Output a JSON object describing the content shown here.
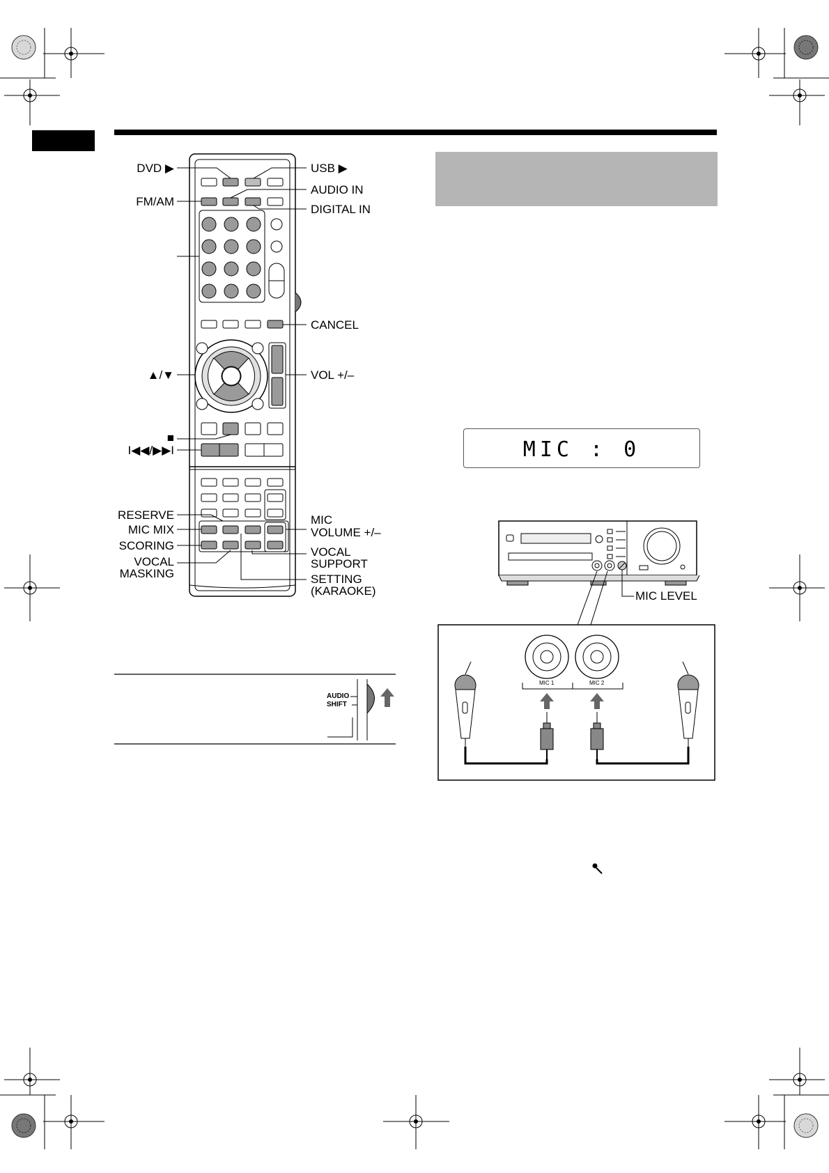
{
  "remote_labels": {
    "dvd": "DVD ▶",
    "usb": "USB ▶",
    "fm_am": "FM/AM",
    "audio_in": "AUDIO IN",
    "digital_in": "DIGITAL IN",
    "cancel": "CANCEL",
    "cursor": "▲/▼",
    "vol": "VOL +/–",
    "stop": "■",
    "skip": "I◀◀/▶▶I",
    "reserve": "RESERVE",
    "mic_mix": "MIC MIX",
    "scoring": "SCORING",
    "vocal_masking_1": "VOCAL",
    "vocal_masking_2": "MASKING",
    "mic_volume_1": "MIC",
    "mic_volume_2": "VOLUME +/–",
    "vocal_support_1": "VOCAL",
    "vocal_support_2": "SUPPORT",
    "setting_1": "SETTING",
    "setting_2": "(KARAOKE)"
  },
  "audio_shift": {
    "line1": "AUDIO",
    "line2": "SHIFT"
  },
  "display": {
    "text": "MIC  :   0"
  },
  "unit": {
    "mic_level": "MIC LEVEL",
    "mic1": "MIC 1",
    "mic2": "MIC 2"
  }
}
